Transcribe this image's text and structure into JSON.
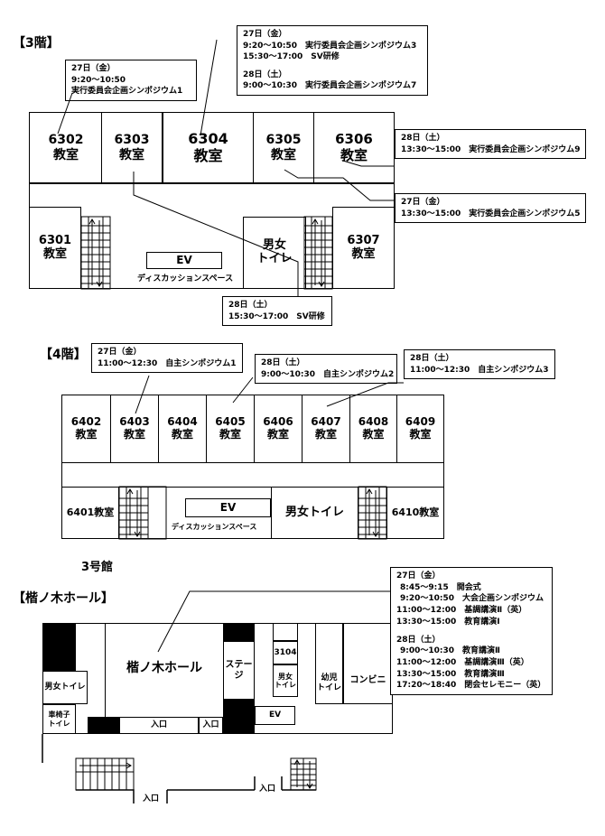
{
  "floor3": {
    "heading": "【3階】",
    "rooms": {
      "r6302": {
        "num": "6302",
        "label": "教室"
      },
      "r6303": {
        "num": "6303",
        "label": "教室"
      },
      "r6304": {
        "num": "6304",
        "label": "教室"
      },
      "r6305": {
        "num": "6305",
        "label": "教室"
      },
      "r6306": {
        "num": "6306",
        "label": "教室"
      },
      "r6301": {
        "num": "6301",
        "label": "教室"
      },
      "r6307": {
        "num": "6307",
        "label": "教室"
      }
    },
    "ev": "EV",
    "discussion": "ディスカッションスペース",
    "toilet": [
      "男女",
      "トイレ"
    ],
    "callouts": {
      "c6302": [
        "27日（金）",
        "9:20～10:50",
        "実行委員会企画シンポジウム1"
      ],
      "c6304": [
        "27日（金）",
        "9:20～10:50　実行委員会企画シンポジウム3",
        "15:30～17:00　SV研修",
        "",
        "28日（土）",
        "9:00～10:30　実行委員会企画シンポジウム7"
      ],
      "c6306": [
        "28日（土）",
        "13:30～15:00　実行委員会企画シンポジウム9"
      ],
      "c6305": [
        "27日（金）",
        "13:30～15:00　実行委員会企画シンポジウム5"
      ],
      "c6303": [
        "28日（土）",
        "15:30～17:00　SV研修"
      ]
    }
  },
  "floor4": {
    "heading": "【4階】",
    "rooms": [
      "6402",
      "6403",
      "6404",
      "6405",
      "6406",
      "6407",
      "6408",
      "6409"
    ],
    "room_label": "教室",
    "r6401": "6401教室",
    "r6410": "6410教室",
    "ev": "EV",
    "toilet": "男女トイレ",
    "discussion": "ディスカッションスペース",
    "callouts": {
      "c6403": [
        "27日（金）",
        "11:00～12:30　自主シンポジウム1"
      ],
      "c6405": [
        "28日（土）",
        "9:00～10:30　自主シンポジウム2"
      ],
      "c6407": [
        "28日（土）",
        "11:00～12:30　自主シンポジウム3"
      ]
    }
  },
  "building": "3号館",
  "hall": {
    "heading": "【楷ノ木ホール】",
    "name": "楷ノ木ホール",
    "stage": "ステージ",
    "room3104": "3104",
    "toilet_small": [
      "男女",
      "トイレ"
    ],
    "infant_toilet": [
      "幼児",
      "トイレ"
    ],
    "convenience": "コンビニ",
    "left_toilet": "男女トイレ",
    "wheelchair_toilet": [
      "車椅子",
      "トイレ"
    ],
    "ev": "EV",
    "entrance": "入口",
    "schedule": [
      "27日（金）",
      "8:45～9:15　開会式",
      "9:20～10:50　大会企画シンポジウム",
      "11:00～12:00　基調講演Ⅱ（英）",
      "13:30～15:00　教育講演Ⅰ",
      "",
      "28日（土）",
      "9:00～10:30　教育講演Ⅱ",
      "11:00～12:00　基調講演Ⅲ（英）",
      "13:30～15:00　教育講演Ⅲ",
      "17:20～18:40　閉会セレモニー（英）"
    ]
  }
}
